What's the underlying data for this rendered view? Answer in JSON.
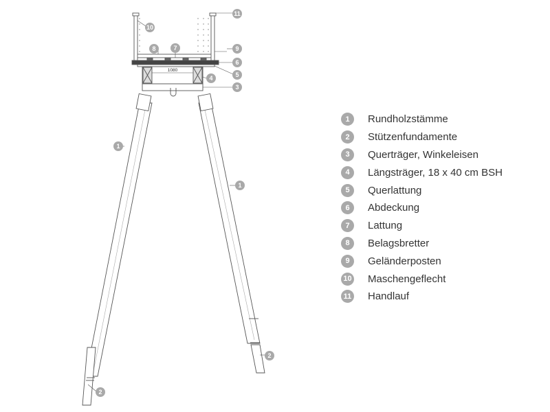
{
  "diagram": {
    "dimension_label": "1080",
    "callouts": [
      "11",
      "10",
      "9",
      "8",
      "7",
      "6",
      "5",
      "4",
      "3",
      "1",
      "1",
      "2",
      "2"
    ]
  },
  "legend": [
    {
      "number": "1",
      "label": "Rundholzstämme"
    },
    {
      "number": "2",
      "label": "Stützenfundamente"
    },
    {
      "number": "3",
      "label": "Querträger, Winkeleisen"
    },
    {
      "number": "4",
      "label": "Längsträger, 18 x 40 cm BSH"
    },
    {
      "number": "5",
      "label": "Querlattung"
    },
    {
      "number": "6",
      "label": "Abdeckung"
    },
    {
      "number": "7",
      "label": "Lattung"
    },
    {
      "number": "8",
      "label": "Belagsbretter"
    },
    {
      "number": "9",
      "label": "Geländerposten"
    },
    {
      "number": "10",
      "label": "Maschengeflecht"
    },
    {
      "number": "11",
      "label": "Handlauf"
    }
  ]
}
